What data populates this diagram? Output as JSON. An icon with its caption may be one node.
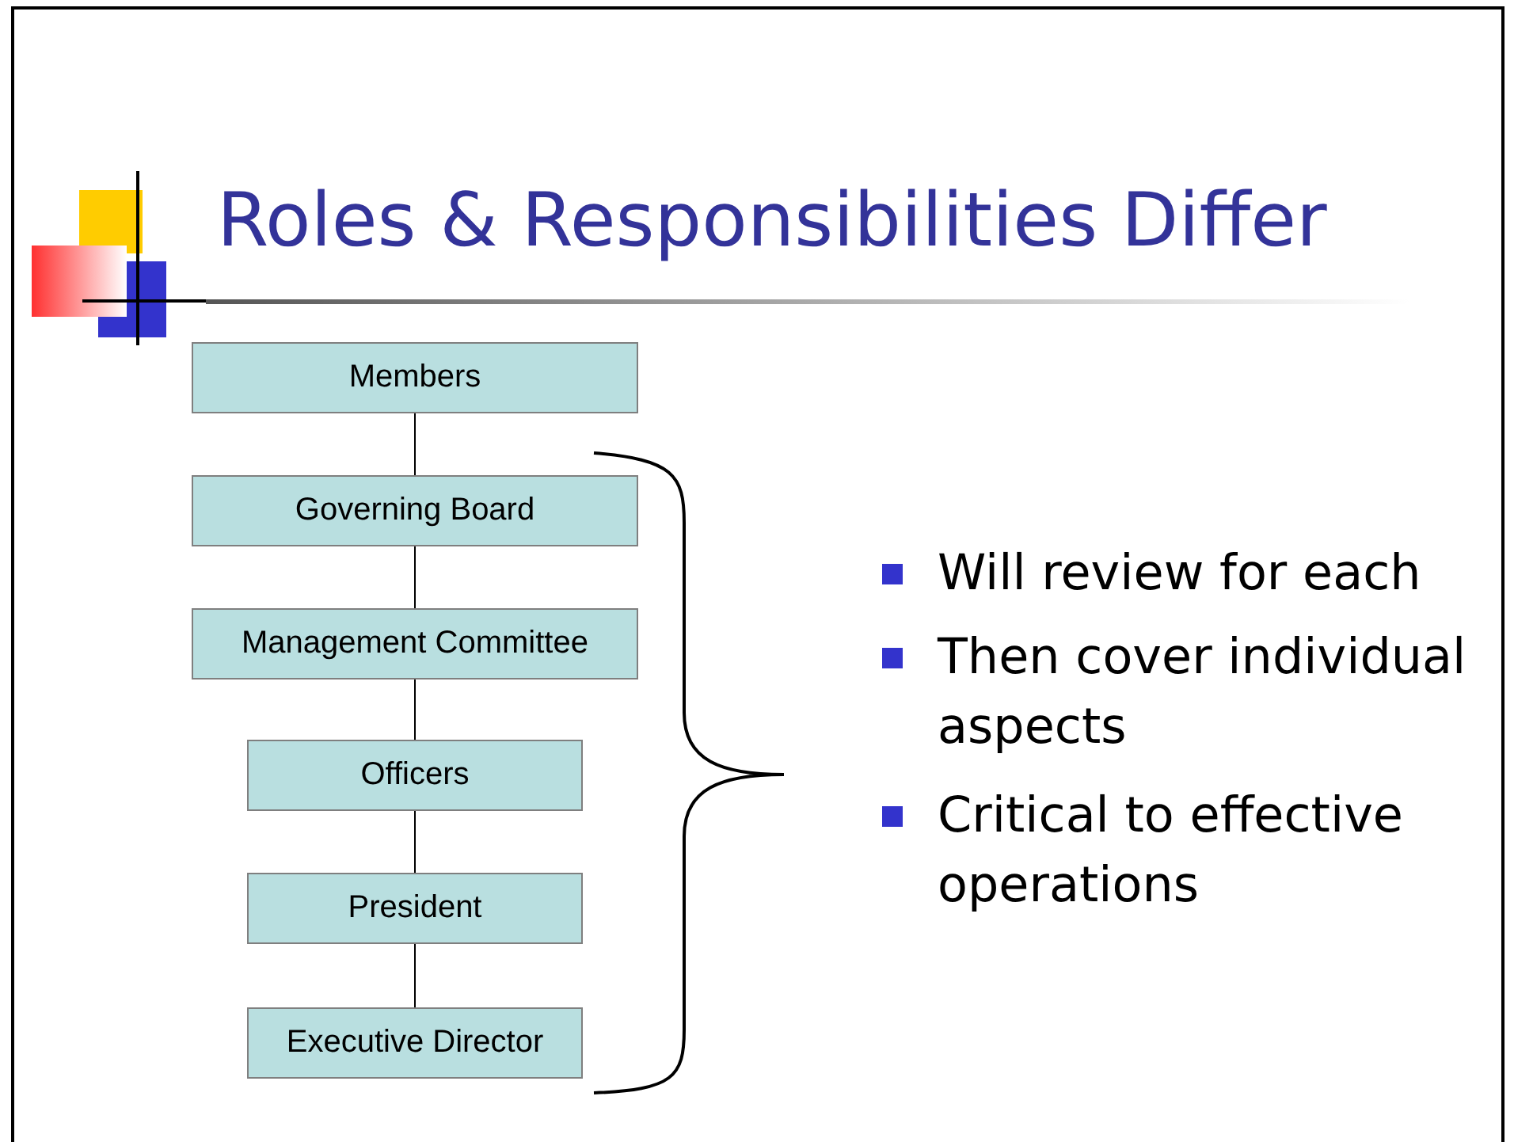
{
  "diagram": {
    "title": "Roles & Responsibilities Differ",
    "nodes": [
      {
        "text": [
          "Members"
        ]
      },
      {
        "text": [
          "Governing Board"
        ]
      },
      {
        "text": [
          "Management Committee"
        ]
      },
      {
        "text": [
          "Officers"
        ]
      },
      {
        "text": [
          "President"
        ]
      },
      {
        "text": [
          "Executive Director"
        ]
      }
    ],
    "edges": [
      {
        "from": 0,
        "to": 1,
        "arrow": "none"
      },
      {
        "from": 1,
        "to": 2,
        "arrow": "none"
      },
      {
        "from": 2,
        "to": 3,
        "arrow": "none"
      },
      {
        "from": 3,
        "to": 4,
        "arrow": "none"
      },
      {
        "from": 4,
        "to": 5,
        "arrow": "none"
      }
    ],
    "labels": [
      "Will review for each",
      "Then cover individual aspects",
      "Critical to effective operations"
    ]
  }
}
